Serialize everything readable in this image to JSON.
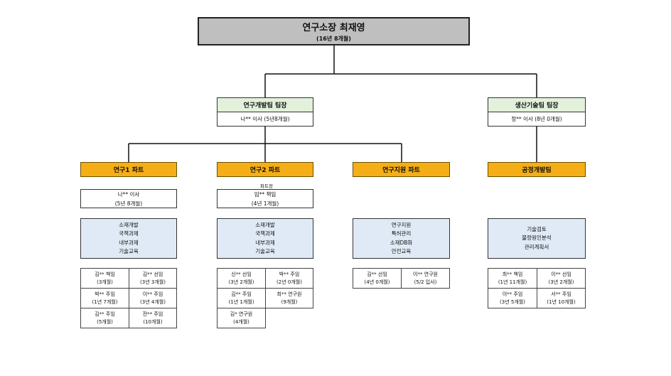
{
  "ceo": {
    "title": "연구소장 최재영",
    "tenure": "(16년 8개월)"
  },
  "teams": {
    "rnd": {
      "title": "연구개발팀 팀장",
      "person": "나** 이사 (5년8개월)"
    },
    "prod": {
      "title": "생산기술팀 팀장",
      "person": "정** 이사 (8년 0개월)"
    }
  },
  "parts": {
    "r1": {
      "title": "연구1 파트",
      "leader": {
        "name": "나** 이사",
        "tenure": "(5년 8개월)"
      },
      "tasks": [
        "소재개발",
        "국책과제",
        "내부과제",
        "기술교육"
      ],
      "members": [
        {
          "name": "김** 책임",
          "tenure": "(3개월)"
        },
        {
          "name": "김** 선임",
          "tenure": "(3년 3개월)"
        },
        {
          "name": "박** 주임",
          "tenure": "(1년 7개월)"
        },
        {
          "name": "이** 주임",
          "tenure": "(3년 4개월)"
        },
        {
          "name": "김** 주임",
          "tenure": "(5개월)"
        },
        {
          "name": "전** 주임",
          "tenure": "(10개월)"
        }
      ]
    },
    "r2": {
      "title": "연구2 파트",
      "leader_label": "파트장",
      "leader": {
        "name": "임** 책임",
        "tenure": "(4년 1개월)"
      },
      "tasks": [
        "소재개발",
        "국책과제",
        "내부과제",
        "기술교육"
      ],
      "members": [
        {
          "name": "신** 선임",
          "tenure": "(3년 2개월)"
        },
        {
          "name": "박** 주임",
          "tenure": "(2년 0개월)"
        },
        {
          "name": "김** 주임",
          "tenure": "(1년 1개월)"
        },
        {
          "name": "최** 연구원",
          "tenure": "(9개월)"
        },
        {
          "name": "김* 연구원",
          "tenure": "(4개월)"
        }
      ]
    },
    "support": {
      "title": "연구지원 파트",
      "tasks": [
        "연구지원",
        "특허관리",
        "소재DB화",
        "안전교육"
      ],
      "members": [
        {
          "name": "김** 선임",
          "tenure": "(4년 0개월)"
        },
        {
          "name": "이** 연구원",
          "tenure": "(5/2 입사)"
        }
      ]
    },
    "process": {
      "title": "공정개발팀",
      "tasks": [
        "기술검토",
        "불량원인분석",
        "관리계획서"
      ],
      "members": [
        {
          "name": "최** 책임",
          "tenure": "(1년 11개월)"
        },
        {
          "name": "이** 선임",
          "tenure": "(3년 2개월)"
        },
        {
          "name": "이** 주임",
          "tenure": "(3년 5개월)"
        },
        {
          "name": "서** 주임",
          "tenure": "(1년 10개월)"
        }
      ]
    }
  }
}
